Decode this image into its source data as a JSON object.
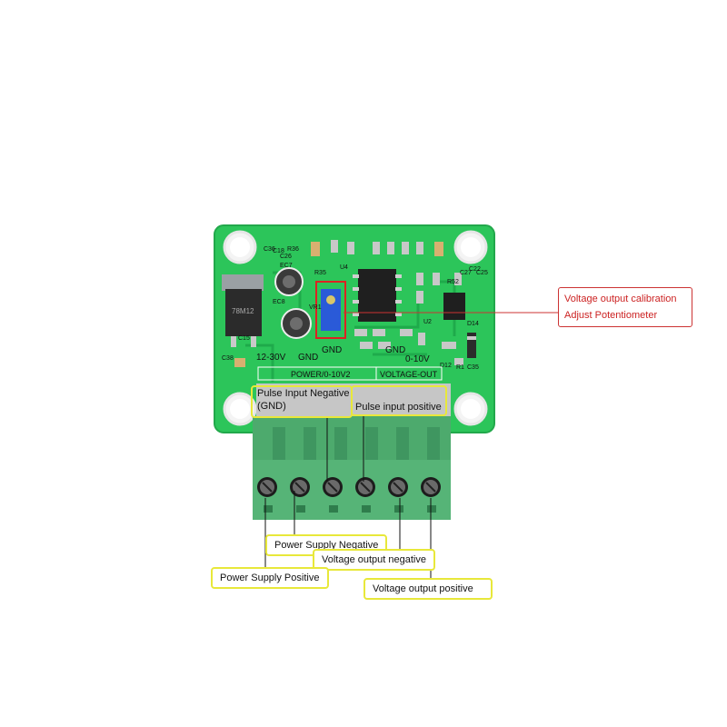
{
  "board_silkscreen": {
    "input_voltage": "12-30V",
    "gnd_left": "GND",
    "gnd_mid": "GND",
    "gnd_right": "GND",
    "output_range": "0-10V",
    "power_block": "POWER/0-10V2",
    "voltage_out_block": "VOLTAGE-OUT",
    "regulator_marking": "78M12",
    "refs": [
      "R36",
      "C26",
      "C18",
      "C36",
      "EC7",
      "C15",
      "C38",
      "EC8",
      "R35",
      "VR1",
      "U4",
      "U2",
      "R52",
      "C27",
      "C22",
      "C25",
      "D14",
      "R1",
      "C35",
      "D12"
    ]
  },
  "callouts": {
    "calibration_line1": "Voltage output calibration",
    "calibration_line2": "Adjust Potentiometer",
    "pulse_input_negative_line1": "Pulse Input Negative",
    "pulse_input_negative_line2": "(GND)",
    "pulse_input_positive": "Pulse input positive",
    "power_supply_negative": "Power Supply Negative",
    "voltage_output_negative": "Voltage output negative",
    "power_supply_positive": "Power Supply Positive",
    "voltage_output_positive": "Voltage output positive"
  },
  "colors": {
    "pcb_green": "#2cc55a",
    "pcb_dark_green": "#1ea84a",
    "terminal_green": "#4daa6d",
    "callout_yellow": "#e8e83a",
    "callout_red": "#cc3333"
  }
}
